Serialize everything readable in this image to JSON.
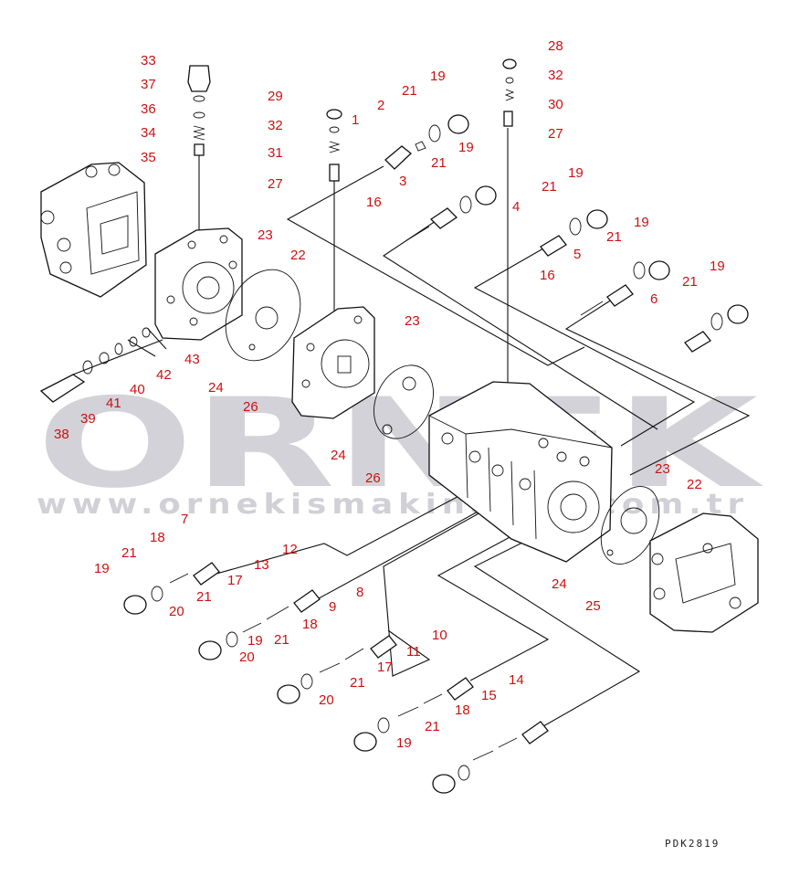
{
  "watermark": {
    "logo": "ORNEK",
    "url": "www.ornekismakinalari.com.tr"
  },
  "drawing_code": "PDK2819",
  "callouts": [
    "33",
    "37",
    "36",
    "34",
    "35",
    "29",
    "32",
    "31",
    "27",
    "1",
    "2",
    "21",
    "19",
    "3",
    "21",
    "19",
    "16",
    "28",
    "32",
    "30",
    "27",
    "19",
    "21",
    "4",
    "5",
    "21",
    "19",
    "16",
    "6",
    "21",
    "19",
    "23",
    "22",
    "43",
    "42",
    "40",
    "41",
    "39",
    "38",
    "24",
    "26",
    "23",
    "24",
    "26",
    "23",
    "22",
    "24",
    "25",
    "7",
    "18",
    "21",
    "19",
    "20",
    "21",
    "13",
    "17",
    "12",
    "20",
    "19",
    "9",
    "8",
    "18",
    "21",
    "20",
    "17",
    "11",
    "10",
    "21",
    "19",
    "18",
    "15",
    "14",
    "21"
  ]
}
